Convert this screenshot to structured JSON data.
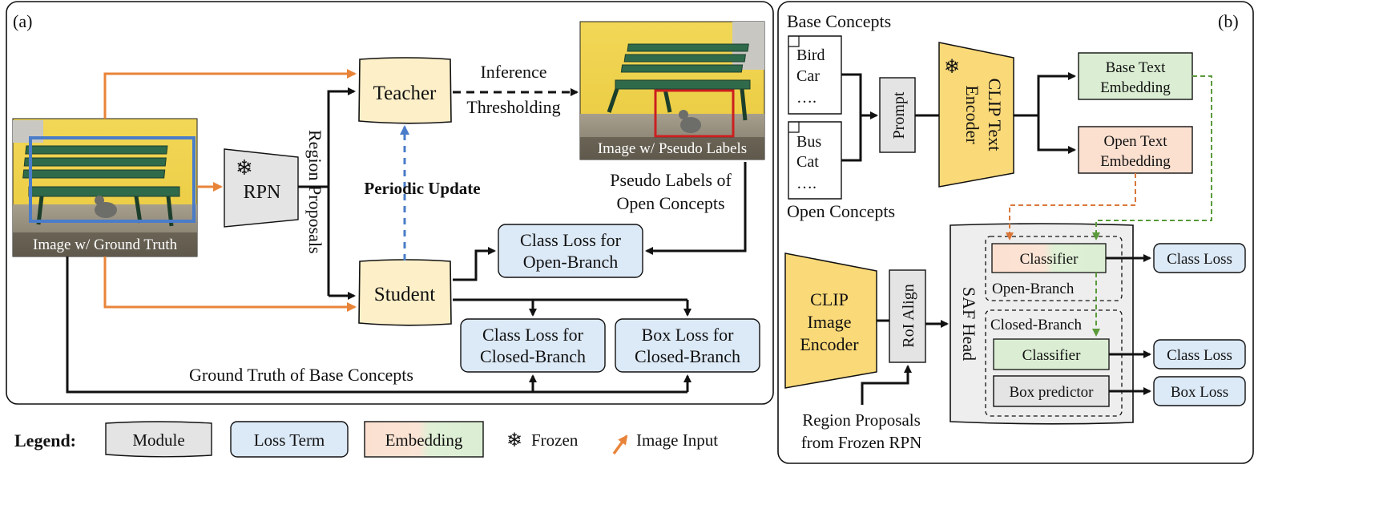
{
  "panel_a": {
    "label": "(a)",
    "image_gt_caption": "Image w/ Ground Truth",
    "image_pl_caption": "Image w/ Pseudo Labels",
    "rpn": "RPN",
    "region_proposals": "Region Proposals",
    "teacher": "Teacher",
    "student": "Student",
    "inference": "Inference",
    "thresholding": "Thresholding",
    "periodic_update": "Periodic Update",
    "pseudo_labels_line1": "Pseudo Labels of",
    "pseudo_labels_line2": "Open Concepts",
    "class_loss_open_line1": "Class Loss for",
    "class_loss_open_line2": "Open-Branch",
    "class_loss_closed_line1": "Class Loss for",
    "class_loss_closed_line2": "Closed-Branch",
    "box_loss_closed_line1": "Box Loss for",
    "box_loss_closed_line2": "Closed-Branch",
    "ground_truth": "Ground Truth of Base Concepts"
  },
  "panel_b": {
    "label": "(b)",
    "base_concepts": "Base Concepts",
    "open_concepts": "Open Concepts",
    "base_doc": [
      "Bird",
      "Car",
      "…."
    ],
    "open_doc": [
      "Bus",
      "Cat",
      "…."
    ],
    "prompt": "Prompt",
    "clip_text_line1": "CLIP Text",
    "clip_text_line2": "Encoder",
    "base_text_line1": "Base Text",
    "base_text_line2": "Embedding",
    "open_text_line1": "Open Text",
    "open_text_line2": "Embedding",
    "clip_image_line1": "CLIP",
    "clip_image_line2": "Image",
    "clip_image_line3": "Encoder",
    "roi_align": "RoI Align",
    "saf_head": "SAF Head",
    "open_classifier": "Classifier",
    "open_branch": "Open-Branch",
    "closed_branch": "Closed-Branch",
    "closed_classifier": "Classifier",
    "box_predictor": "Box predictor",
    "class_loss_1": "Class Loss",
    "class_loss_2": "Class Loss",
    "box_loss": "Box Loss",
    "region_proposals_line1": "Region Proposals",
    "region_proposals_line2": "from Frozen RPN"
  },
  "legend": {
    "title": "Legend:",
    "module": "Module",
    "loss_term": "Loss Term",
    "embedding": "Embedding",
    "frozen": "Frozen",
    "image_input": "Image Input"
  },
  "colors": {
    "module": "#fdf0c9",
    "loss": "#dce9f6",
    "gray_module": "#e4e4e4",
    "encoder": "#fad978",
    "embedding_base": "#dbeed3",
    "embedding_open": "#fbe0d0",
    "image_arrow": "#e8843a",
    "periodic_arrow": "#4a7cc9",
    "frozen_icon": "#4a90d9",
    "base_dashed": "#5a9a3a",
    "open_dashed": "#d9773a",
    "gt_box": "#4a7cc9",
    "pseudo_box": "#cc1f1f"
  },
  "icons": {
    "frozen": "snowflake-icon",
    "image_input": "orange-arrow-icon"
  }
}
